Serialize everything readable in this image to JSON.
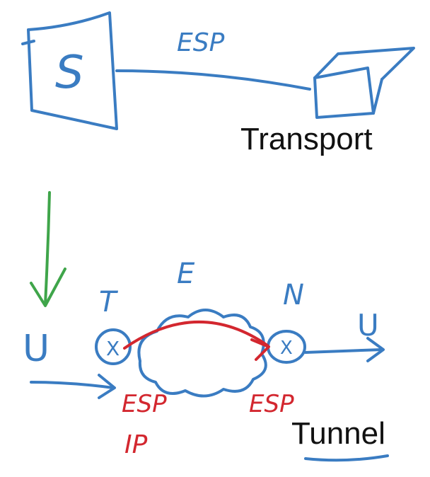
{
  "labels": {
    "transport": "Transport",
    "tunnel": "Tunnel"
  },
  "handwritten": {
    "s": "S",
    "esp_top": "ESP",
    "e": "E",
    "t": "T",
    "n": "N",
    "u_left": "U",
    "u_right": "U",
    "x_left": "X",
    "x_right": "X",
    "esp_red_left": "ESP",
    "ip": "IP",
    "esp_red_right": "ESP"
  },
  "colors": {
    "blue": "#3a7cc2",
    "red": "#d3272f",
    "green": "#3fa54a",
    "text": "#111111"
  }
}
